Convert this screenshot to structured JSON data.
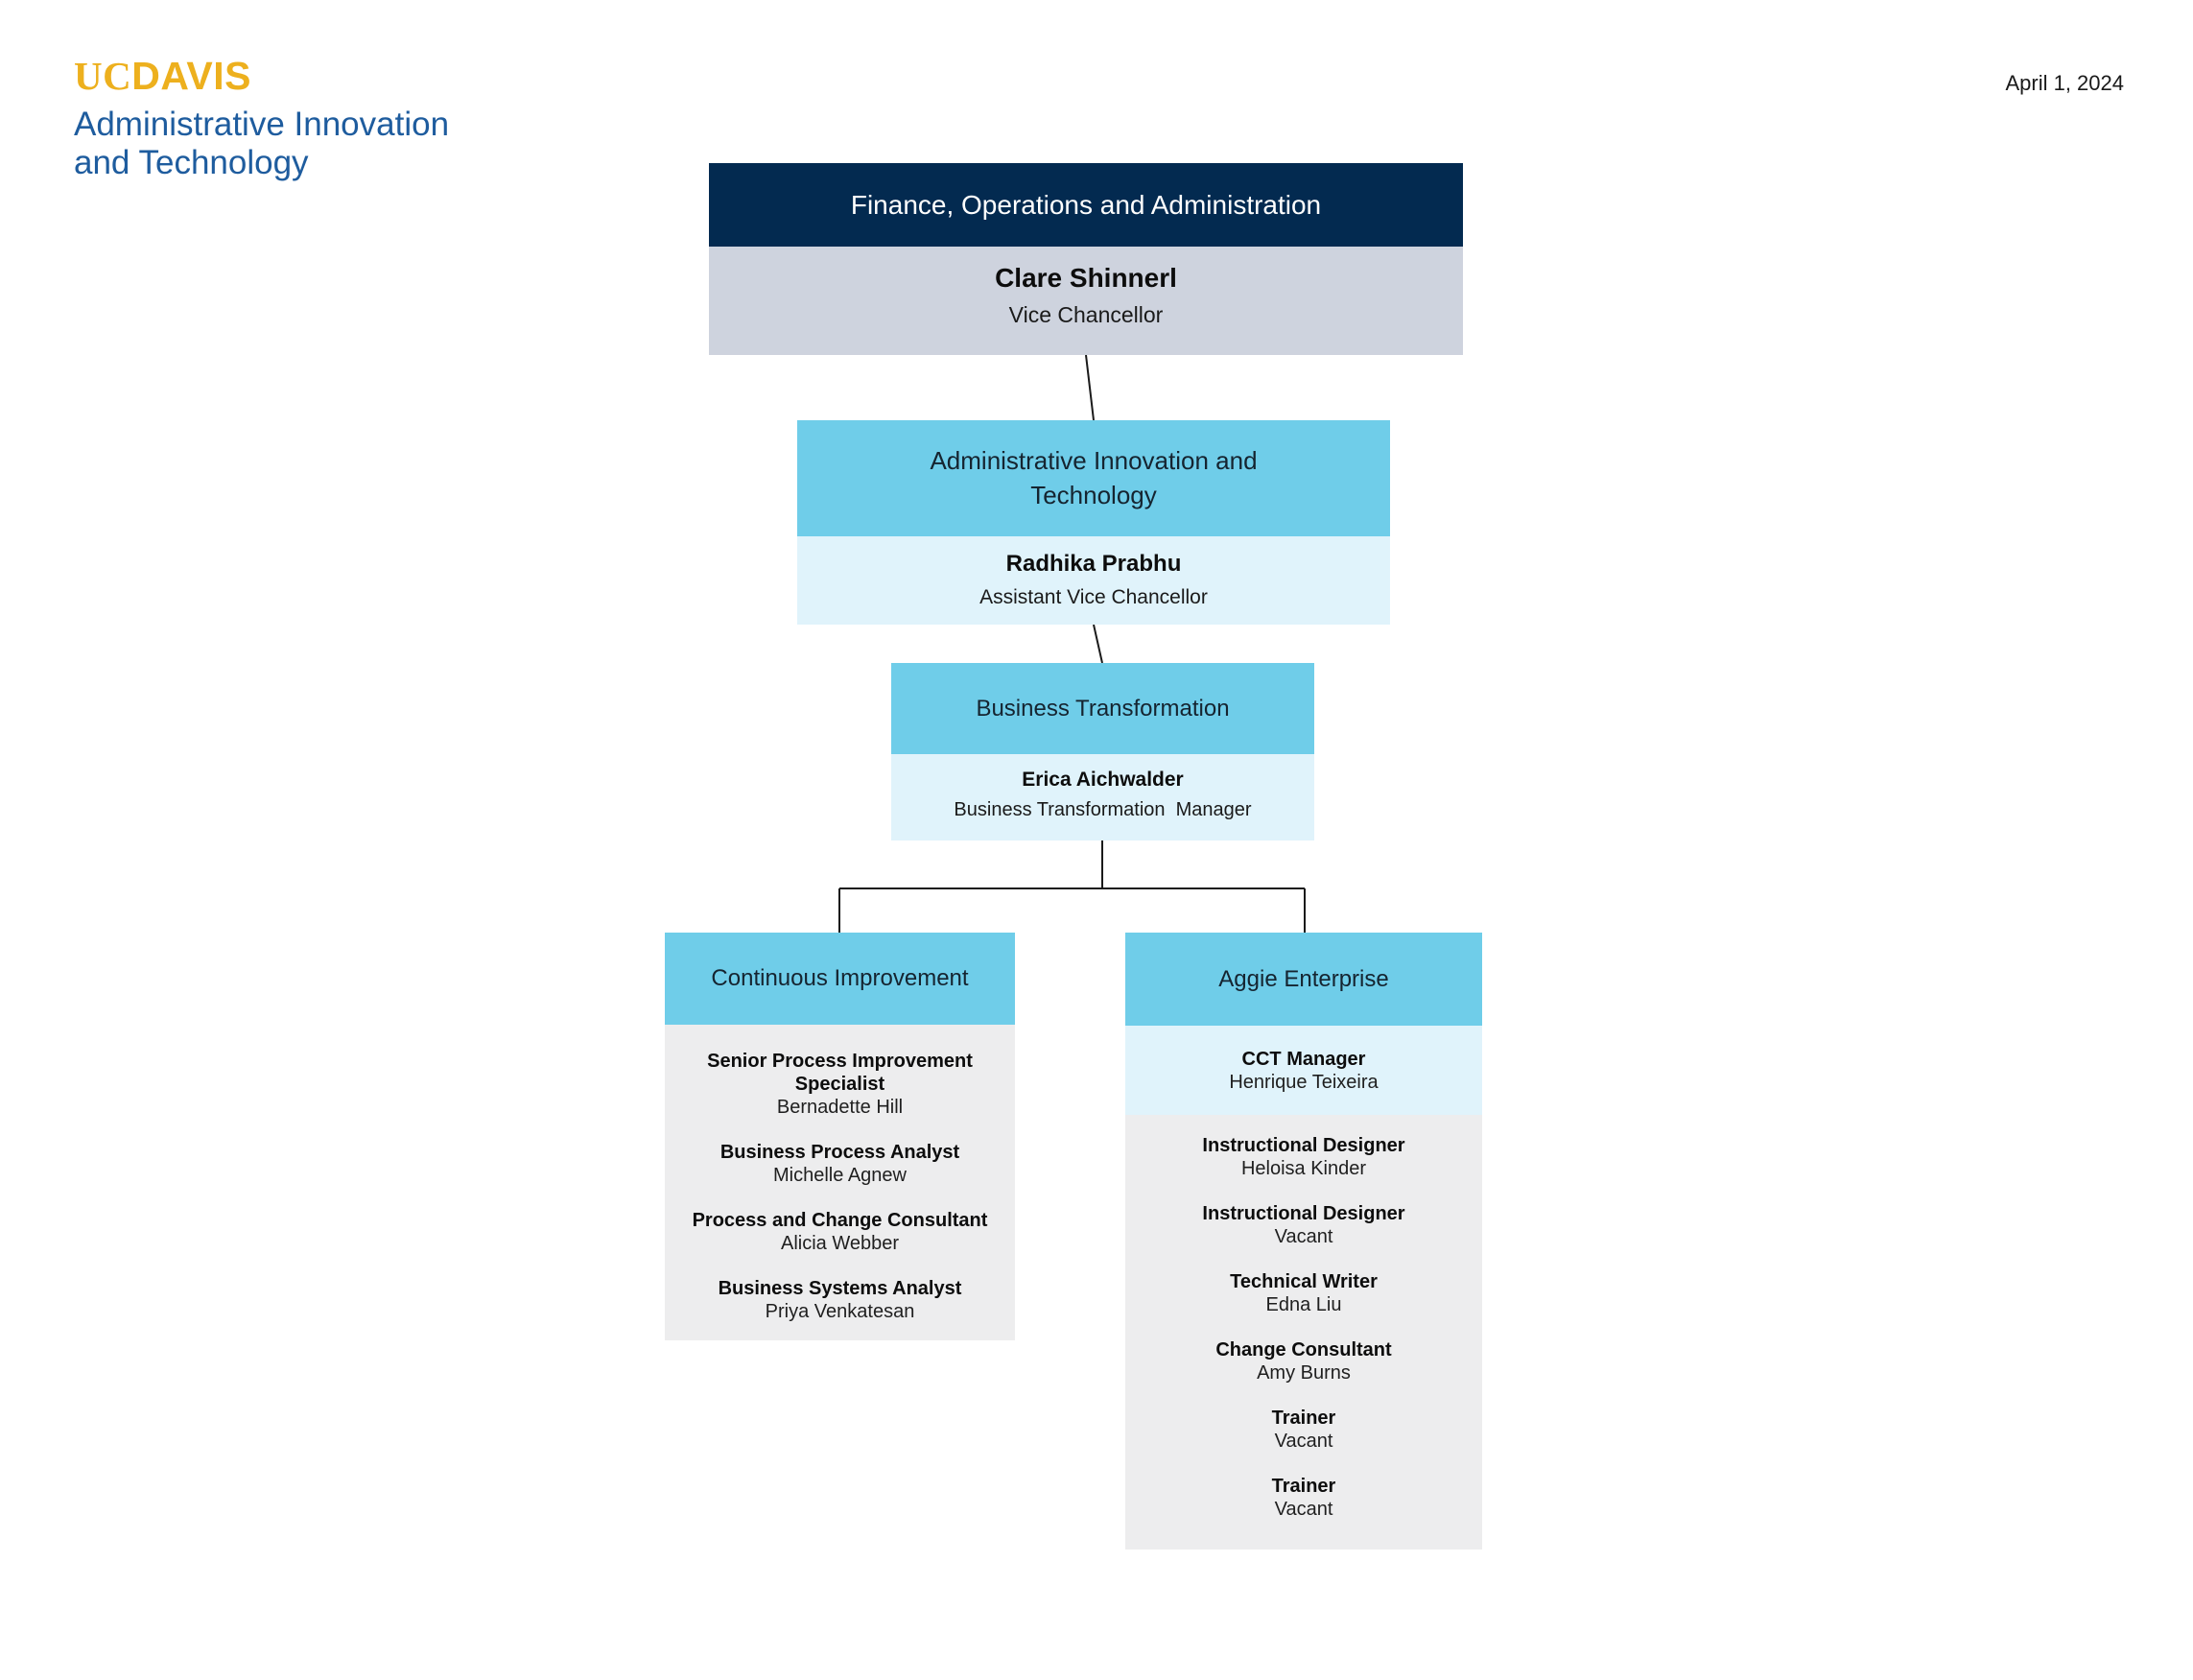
{
  "header": {
    "date": "April 1, 2024",
    "logo": {
      "uc": "UC",
      "davis": "DAVIS",
      "tagline_line1": "Administrative Innovation",
      "tagline_line2": "and Technology"
    }
  },
  "colors": {
    "navy": "#032A50",
    "steel_gray_blue": "#CED3DE",
    "sky_blue": "#6FCDE9",
    "light_blue": "#E0F3FB",
    "light_gray": "#EDEDEE",
    "logo_gold": "#EDB01E",
    "logo_blue": "#1E5C9E"
  },
  "org": {
    "root": {
      "department": "Finance, Operations and Administration",
      "name": "Clare Shinnerl",
      "title": "Vice Chancellor"
    },
    "division": {
      "department_line1": "Administrative Innovation and",
      "department_line2": "Technology",
      "name": "Radhika Prabhu",
      "title": "Assistant Vice Chancellor"
    },
    "unit": {
      "department": "Business Transformation",
      "name": "Erica Aichwalder",
      "title": "Business Transformation  Manager"
    },
    "teams": [
      {
        "department": "Continuous Improvement",
        "roles": [
          {
            "title": "Senior Process Improvement Specialist",
            "name": "Bernadette Hill"
          },
          {
            "title": "Business Process Analyst",
            "name": "Michelle Agnew"
          },
          {
            "title": "Process and Change Consultant",
            "name": "Alicia Webber"
          },
          {
            "title": "Business Systems Analyst",
            "name": "Priya Venkatesan"
          }
        ]
      },
      {
        "department": "Aggie Enterprise",
        "manager": {
          "title": "CCT Manager",
          "name": "Henrique Teixeira"
        },
        "roles": [
          {
            "title": "Instructional Designer",
            "name": "Heloisa Kinder"
          },
          {
            "title": "Instructional Designer",
            "name": "Vacant"
          },
          {
            "title": "Technical Writer",
            "name": "Edna Liu"
          },
          {
            "title": "Change Consultant",
            "name": "Amy Burns"
          },
          {
            "title": "Trainer",
            "name": "Vacant"
          },
          {
            "title": "Trainer",
            "name": "Vacant"
          }
        ]
      }
    ]
  }
}
